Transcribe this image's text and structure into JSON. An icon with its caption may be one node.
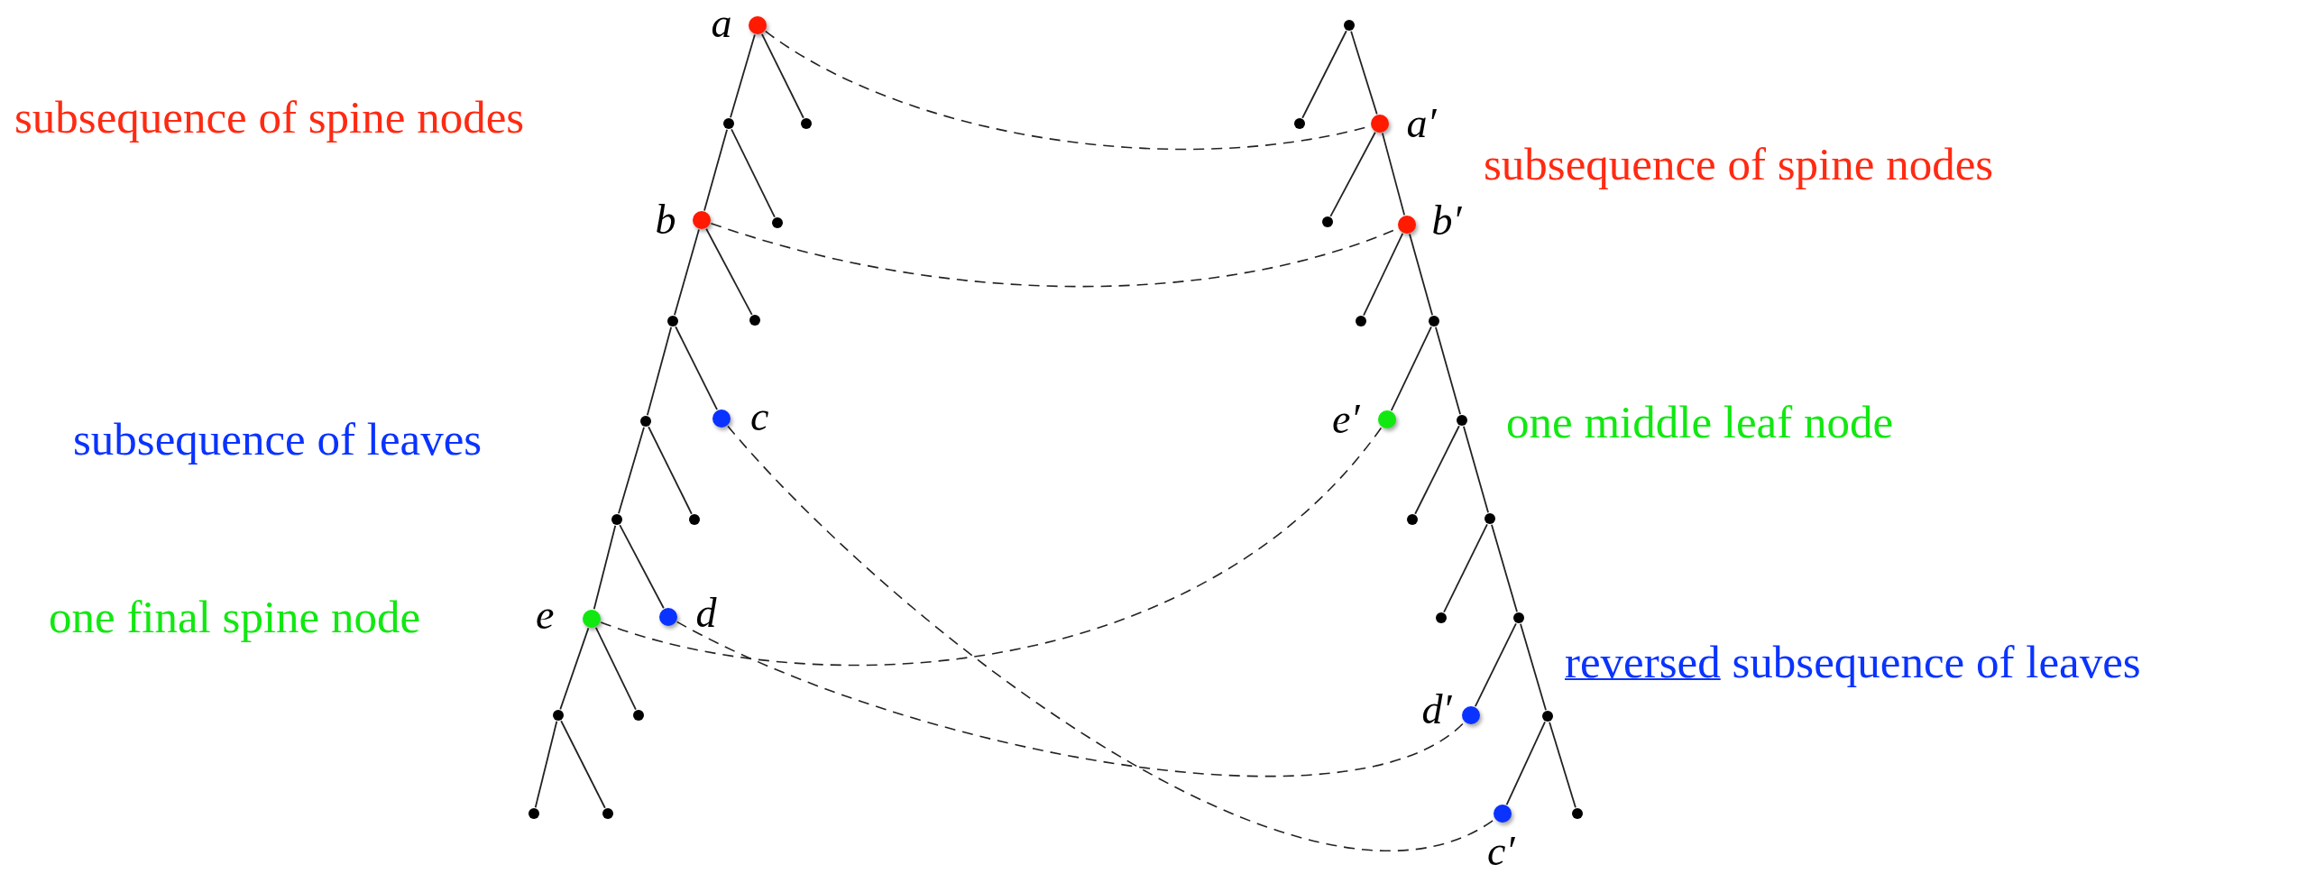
{
  "diagram": {
    "nodes": [
      {
        "text": [
          "a"
        ]
      },
      {
        "text": [],
        "shape": "circle"
      },
      {
        "text": [],
        "shape": "circle"
      },
      {
        "text": [
          "b"
        ]
      },
      {
        "text": [],
        "shape": "circle"
      },
      {
        "text": [],
        "shape": "circle"
      },
      {
        "text": [],
        "shape": "circle"
      },
      {
        "text": [],
        "shape": "circle"
      },
      {
        "text": [
          "c"
        ]
      },
      {
        "text": [],
        "shape": "circle"
      },
      {
        "text": [],
        "shape": "circle"
      },
      {
        "text": [
          "e"
        ]
      },
      {
        "text": [
          "d"
        ]
      },
      {
        "text": [],
        "shape": "circle"
      },
      {
        "text": [],
        "shape": "circle"
      },
      {
        "text": [],
        "shape": "circle"
      },
      {
        "text": [],
        "shape": "circle"
      },
      {
        "text": [],
        "shape": "circle"
      },
      {
        "text": [],
        "shape": "circle"
      },
      {
        "text": [
          "a′"
        ]
      },
      {
        "text": [],
        "shape": "circle"
      },
      {
        "text": [
          "b′"
        ]
      },
      {
        "text": [],
        "shape": "circle"
      },
      {
        "text": [],
        "shape": "circle"
      },
      {
        "text": [
          "e′"
        ]
      },
      {
        "text": [],
        "shape": "circle"
      },
      {
        "text": [],
        "shape": "circle"
      },
      {
        "text": [],
        "shape": "circle"
      },
      {
        "text": [],
        "shape": "circle"
      },
      {
        "text": [],
        "shape": "circle"
      },
      {
        "text": [
          "d′"
        ]
      },
      {
        "text": [],
        "shape": "circle"
      },
      {
        "text": [
          "c′"
        ]
      },
      {
        "text": [],
        "shape": "circle"
      }
    ],
    "edges": [
      {
        "from": 0,
        "to": 1,
        "arrow": "none"
      },
      {
        "from": 0,
        "to": 2,
        "arrow": "none"
      },
      {
        "from": 1,
        "to": 3,
        "arrow": "none"
      },
      {
        "from": 1,
        "to": 4,
        "arrow": "none"
      },
      {
        "from": 3,
        "to": 5,
        "arrow": "none"
      },
      {
        "from": 3,
        "to": 6,
        "arrow": "none"
      },
      {
        "from": 5,
        "to": 7,
        "arrow": "none"
      },
      {
        "from": 5,
        "to": 8,
        "arrow": "none"
      },
      {
        "from": 7,
        "to": 9,
        "arrow": "none"
      },
      {
        "from": 7,
        "to": 10,
        "arrow": "none"
      },
      {
        "from": 9,
        "to": 11,
        "arrow": "none"
      },
      {
        "from": 9,
        "to": 12,
        "arrow": "none"
      },
      {
        "from": 11,
        "to": 13,
        "arrow": "none"
      },
      {
        "from": 11,
        "to": 14,
        "arrow": "none"
      },
      {
        "from": 13,
        "to": 15,
        "arrow": "none"
      },
      {
        "from": 13,
        "to": 16,
        "arrow": "none"
      },
      {
        "from": 17,
        "to": 18,
        "arrow": "none"
      },
      {
        "from": 17,
        "to": 19,
        "arrow": "none"
      },
      {
        "from": 19,
        "to": 20,
        "arrow": "none"
      },
      {
        "from": 19,
        "to": 21,
        "arrow": "none"
      },
      {
        "from": 21,
        "to": 22,
        "arrow": "none"
      },
      {
        "from": 21,
        "to": 23,
        "arrow": "none"
      },
      {
        "from": 23,
        "to": 24,
        "arrow": "none"
      },
      {
        "from": 23,
        "to": 25,
        "arrow": "none"
      },
      {
        "from": 25,
        "to": 26,
        "arrow": "none"
      },
      {
        "from": 25,
        "to": 27,
        "arrow": "none"
      },
      {
        "from": 27,
        "to": 28,
        "arrow": "none"
      },
      {
        "from": 27,
        "to": 29,
        "arrow": "none"
      },
      {
        "from": 29,
        "to": 30,
        "arrow": "none"
      },
      {
        "from": 29,
        "to": 31,
        "arrow": "none"
      },
      {
        "from": 31,
        "to": 32,
        "arrow": "none"
      },
      {
        "from": 31,
        "to": 33,
        "arrow": "none"
      },
      {
        "from": 0,
        "to": 19,
        "arrow": "none",
        "style": "dashed"
      },
      {
        "from": 3,
        "to": 21,
        "arrow": "none",
        "style": "dashed"
      },
      {
        "from": 8,
        "to": 32,
        "arrow": "none",
        "style": "dashed"
      },
      {
        "from": 11,
        "to": 24,
        "arrow": "none",
        "style": "dashed"
      },
      {
        "from": 12,
        "to": 30,
        "arrow": "none",
        "style": "dashed"
      }
    ],
    "labels": [
      "subsequence of spine nodes",
      "subsequence of spine nodes",
      "subsequence of leaves",
      "one middle leaf node",
      "one final spine node",
      "reversed subsequence of leaves"
    ]
  }
}
